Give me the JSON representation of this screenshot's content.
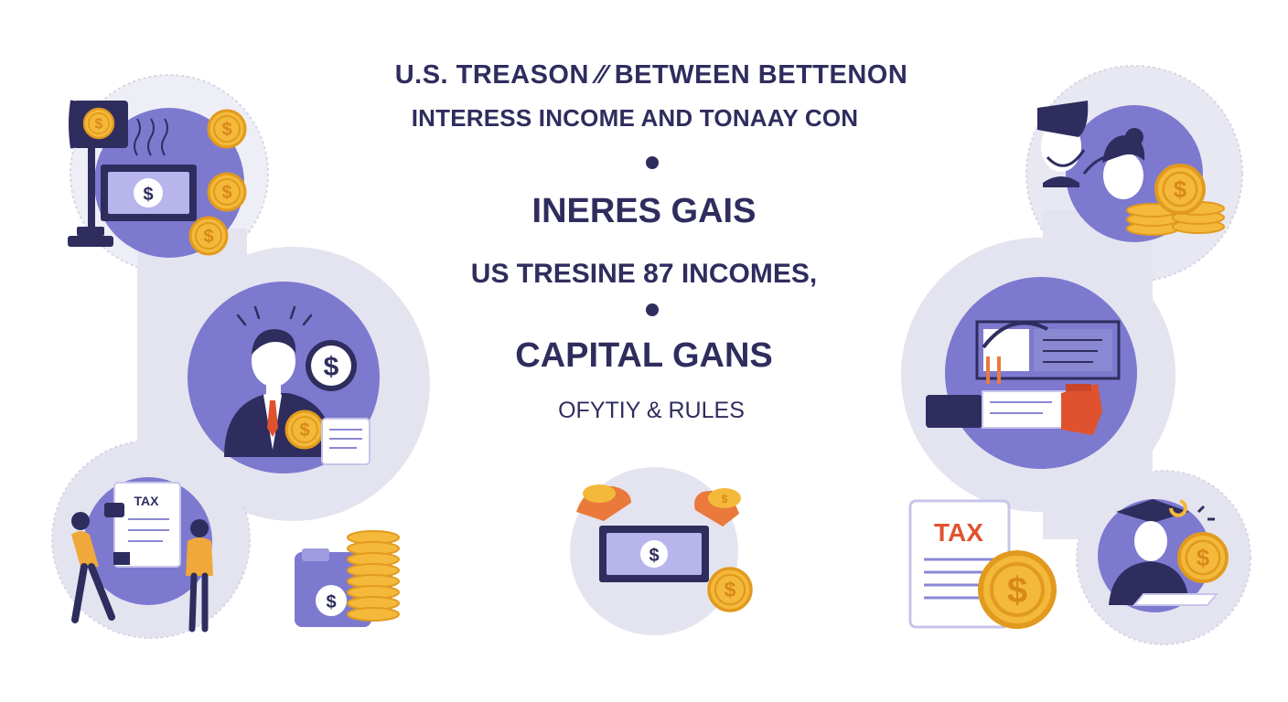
{
  "headline": {
    "line1": "U.S. TREASON ⁄⁄ BETWEEN BETTENON",
    "line2": "INTERESS INCOME AND  TONAAY CON",
    "line3": "INERES GAIS",
    "line4": "US TRESINE  87 INCOMES,",
    "line5": "CAPITAL GANS",
    "line6": "OFYTIY & RULES"
  },
  "icons": {
    "tax_doc_left": "TAX",
    "tax_doc_right": "TAX",
    "dollar": "$"
  },
  "colors": {
    "navy": "#2f2d5e",
    "purple": "#7d79cf",
    "lavender": "#dcdcee",
    "gold": "#f4b93a",
    "orange": "#e97a3c",
    "red": "#e0522e"
  }
}
